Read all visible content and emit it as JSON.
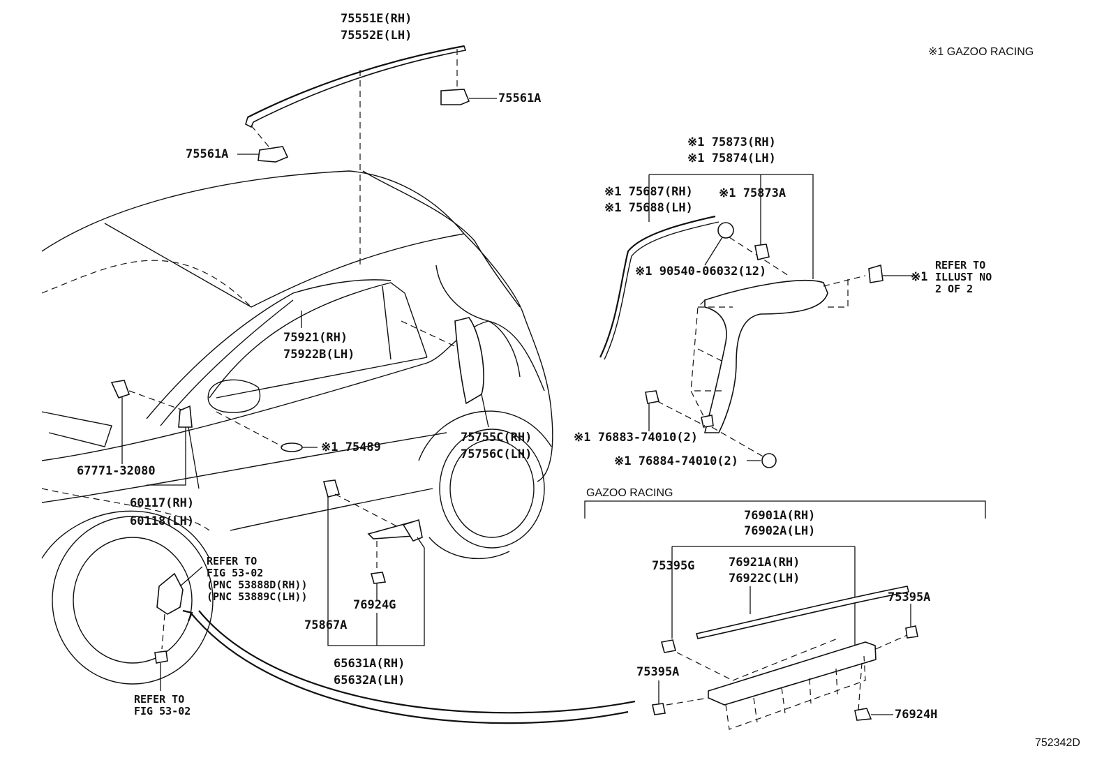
{
  "note": "※1 GAZOO RACING",
  "figure_number": "752342D",
  "group_label": "GAZOO RACING",
  "labels": {
    "roof_rh": "75551E(RH)",
    "roof_lh": "75552E(LH)",
    "clip_right": "75561A",
    "clip_left": "75561A",
    "fender_rh": "※1 75873(RH)",
    "fender_lh": "※1 75874(LH)",
    "fender_mold_rh": "※1 75687(RH)",
    "fender_mold_lh": "※1 75688(LH)",
    "fender_clip": "※1 75873A",
    "nut": "※1 90540-06032(12)",
    "refer_illust": "REFER TO\nILLUST NO\n2 OF 2",
    "refer_illust_mark": "※1",
    "door_mold_rh": "75921(RH)",
    "door_mold_lh": "75922B(LH)",
    "quarter_rh": "75755C(RH)",
    "quarter_lh": "75756C(LH)",
    "screw1": "※1 76883-74010(2)",
    "screw2": "※1 76884-74010(2)",
    "emblem": "※1 75489",
    "clip_67771": "67771-32080",
    "mud_rh": "60117(RH)",
    "mud_lh": "60118(LH)",
    "refer_fig_a": "REFER TO\nFIG 53-02\n(PNC 53888D(RH))\n(PNC 53889C(LH))",
    "refer_fig_b": "REFER TO\nFIG 53-02",
    "clip_76924g": "76924G",
    "clip_75867a": "75867A",
    "flap_rh": "65631A(RH)",
    "flap_lh": "65632A(LH)",
    "side_rh": "76901A(RH)",
    "side_lh": "76902A(LH)",
    "clip_75395g": "75395G",
    "rocker_mold_rh": "76921A(RH)",
    "rocker_mold_lh": "76922C(LH)",
    "clip_75395a_right": "75395A",
    "clip_75395a_left": "75395A",
    "clip_76924h": "76924H"
  }
}
